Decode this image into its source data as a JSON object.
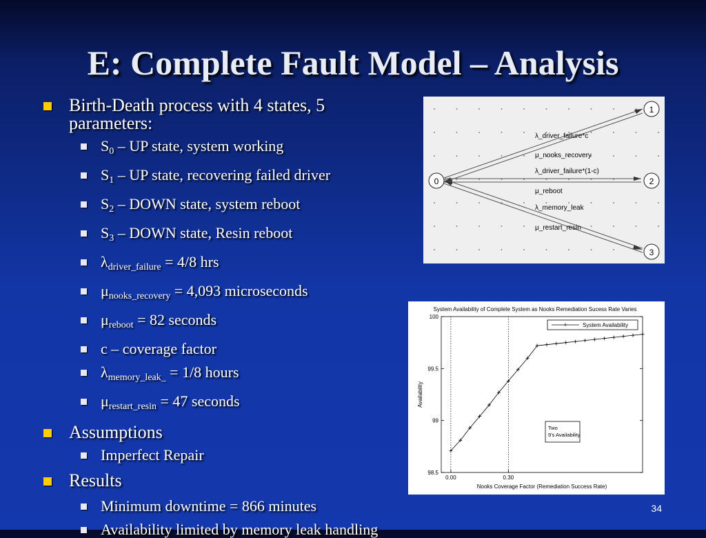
{
  "slide": {
    "title": "E: Complete Fault Model – Analysis",
    "page_number": "34"
  },
  "bullets": {
    "b1": "Birth-Death process with 4 states, 5 parameters:",
    "s0": {
      "sym": "S",
      "sub": "0",
      "rest": " – UP state, system working"
    },
    "s1": {
      "sym": "S",
      "sub": "1",
      "rest": " – UP state, recovering failed driver"
    },
    "s2": {
      "sym": "S",
      "sub": "2",
      "rest": " – DOWN state, system reboot"
    },
    "s3": {
      "sym": "S",
      "sub": "3",
      "rest": " – DOWN state, Resin reboot"
    },
    "p1": {
      "sym": "λ",
      "sub": "driver_failure",
      "rest": " = 4/8 hrs"
    },
    "p2": {
      "sym": "μ",
      "sub": "nooks_recovery",
      "rest": " = 4,093 microseconds"
    },
    "p3": {
      "sym": "μ",
      "sub": "reboot",
      "rest": " = 82 seconds"
    },
    "p4": {
      "text": "c – coverage factor"
    },
    "p5": {
      "sym": "λ",
      "sub": "memory_leak_",
      "rest": " = 1/8 hours"
    },
    "p6": {
      "sym": "μ",
      "sub": "restart_resin",
      "rest": " = 47 seconds"
    },
    "b2": "Assumptions",
    "a1": "Imperfect Repair",
    "b3": "Results",
    "r1": "Minimum downtime = 866 minutes",
    "r2": "Availability limited by memory leak handling"
  },
  "diagram": {
    "nodes": [
      "0",
      "1",
      "2",
      "3"
    ],
    "edge_labels": [
      "λ_driver_failure*c",
      "μ_nooks_recovery",
      "λ_driver_failure*(1-c)",
      "μ_reboot",
      "λ_memory_leak",
      "μ_restart_resin"
    ]
  },
  "chart_data": {
    "type": "line",
    "title": "System Availability of Complete System as Nooks Remediation Sucess Rate Varies",
    "xlabel": "Nooks Coverage Factor (Remediation Success Rate)",
    "ylabel": "Availability",
    "ylim": [
      98.5,
      100
    ],
    "xlim": [
      -0.05,
      1.0
    ],
    "yticks": [
      "100",
      "99.5",
      "99",
      "98.5"
    ],
    "xticks": [
      "0.00",
      "0.30"
    ],
    "series": [
      {
        "name": "System Availability",
        "marker": "+",
        "x": [
          0.0,
          0.05,
          0.1,
          0.15,
          0.2,
          0.25,
          0.3,
          0.35,
          0.4,
          0.45,
          0.5,
          0.55,
          0.6,
          0.65,
          0.7,
          0.75,
          0.8,
          0.85,
          0.9,
          0.95,
          1.0
        ],
        "y": [
          98.71,
          98.81,
          98.93,
          99.04,
          99.15,
          99.27,
          99.38,
          99.49,
          99.6,
          99.72,
          99.73,
          99.74,
          99.75,
          99.76,
          99.77,
          99.78,
          99.79,
          99.8,
          99.81,
          99.82,
          99.83
        ]
      }
    ],
    "vlines": [
      0.0,
      0.3
    ],
    "annotation": "Two 9's Availability",
    "legend": "top-right",
    "grid": false
  }
}
